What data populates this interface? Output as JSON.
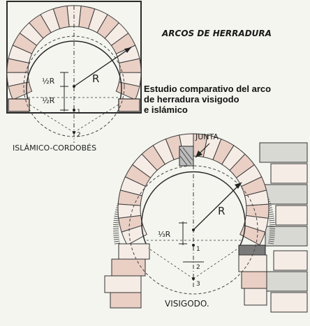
{
  "title": "ARCOS DE HERRADURA",
  "caption_lines": [
    "Estudio comparativo del arco",
    "de herradura visigodo",
    "e islámico"
  ],
  "islamic": {
    "label": "ISLÁMICO-CORDOBÉS",
    "radius_label": "R",
    "offset_label_1": "½R",
    "offset_label_2": "½R",
    "point_1": "1",
    "point_2": "2"
  },
  "visigoth": {
    "label": "VISIGODO.",
    "joint_label": "JUNTA",
    "radius_label": "R",
    "offset_label": "⅓R",
    "point_1": "1",
    "point_2": "2",
    "point_3": "3"
  },
  "colors": {
    "paper": "#f3f5ee",
    "ink": "#2a2a2a",
    "voussoir_pink": "#e9cfc4",
    "voussoir_light": "#f6ece6",
    "stone_grey": "#d9d9d4"
  }
}
